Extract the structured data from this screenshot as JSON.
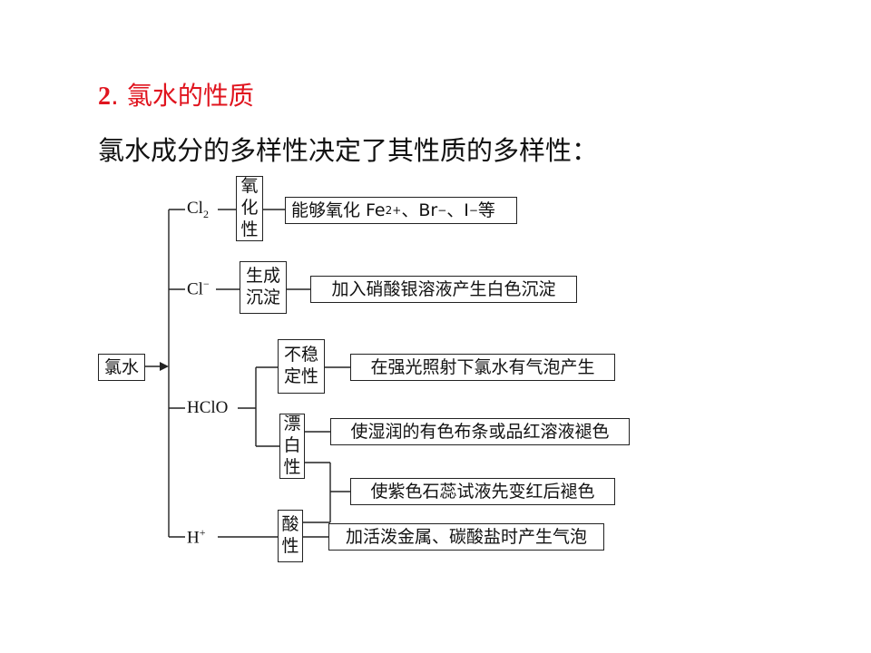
{
  "heading": {
    "number": "2",
    "sep": ".",
    "text": "氯水的性质"
  },
  "subtitle": "氯水成分的多样性决定了其性质的多样性：",
  "root": "氯水",
  "species": {
    "cl2": {
      "main": "Cl",
      "sub": "2"
    },
    "clminus": {
      "main": "Cl",
      "sup": "−"
    },
    "hclo": {
      "main": "HClO"
    },
    "hplus": {
      "main": "H",
      "sup": "+"
    }
  },
  "properties": {
    "oxidizing": {
      "l1": "氧",
      "l2": "化",
      "l3": "性"
    },
    "precipitate": {
      "l1": "生成",
      "l2": "沉淀"
    },
    "unstable": {
      "l1": "不稳",
      "l2": "定性"
    },
    "bleaching": {
      "l1": "漂",
      "l2": "白",
      "l3": "性"
    },
    "acidity": {
      "l1": "酸",
      "l2": "性"
    }
  },
  "effects": {
    "oxidizing": {
      "pre": "能够氧化 Fe",
      "fe_sup": "2+",
      "br": "、Br",
      "br_sup": "−",
      "i": "、I",
      "i_sup": "−",
      "post": " 等"
    },
    "precipitate": "加入硝酸银溶液产生白色沉淀",
    "unstable": "在强光照射下氯水有气泡产生",
    "bleaching": "使湿润的有色布条或品红溶液褪色",
    "litmus": "使紫色石蕊试液先变红后褪色",
    "acidity": "加活泼金属、碳酸盐时产生气泡"
  }
}
